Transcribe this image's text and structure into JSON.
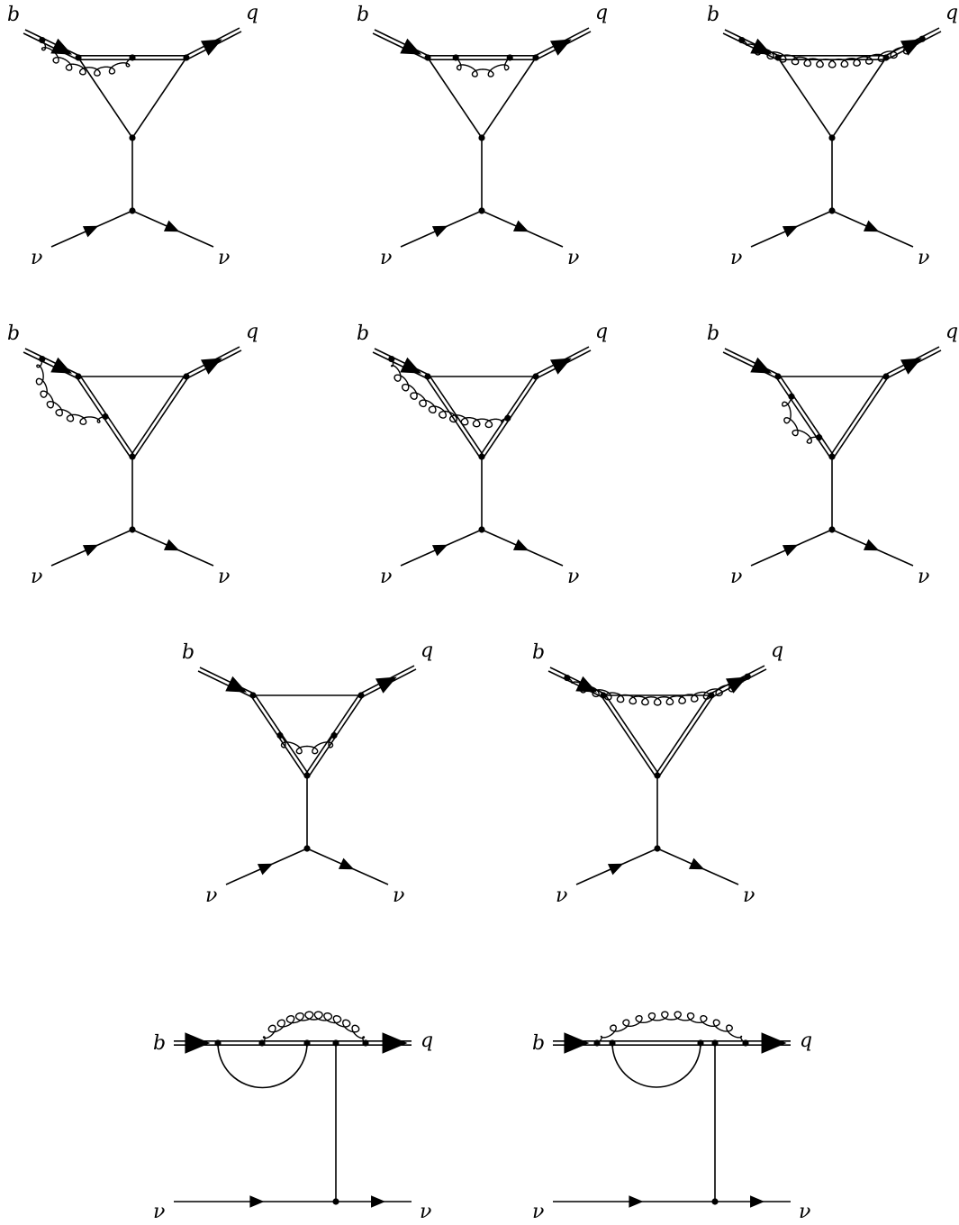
{
  "title": "",
  "labels": {
    "b": "b",
    "q": "q",
    "nu": "ν"
  },
  "diagram_count": 10,
  "rows": [
    {
      "row": 1,
      "diagrams": 3
    },
    {
      "row": 2,
      "diagrams": 3
    },
    {
      "row": 3,
      "diagrams": 2
    },
    {
      "row": 4,
      "diagrams": 2
    }
  ],
  "colors": {
    "ink": "#000000",
    "background": "#ffffff"
  }
}
